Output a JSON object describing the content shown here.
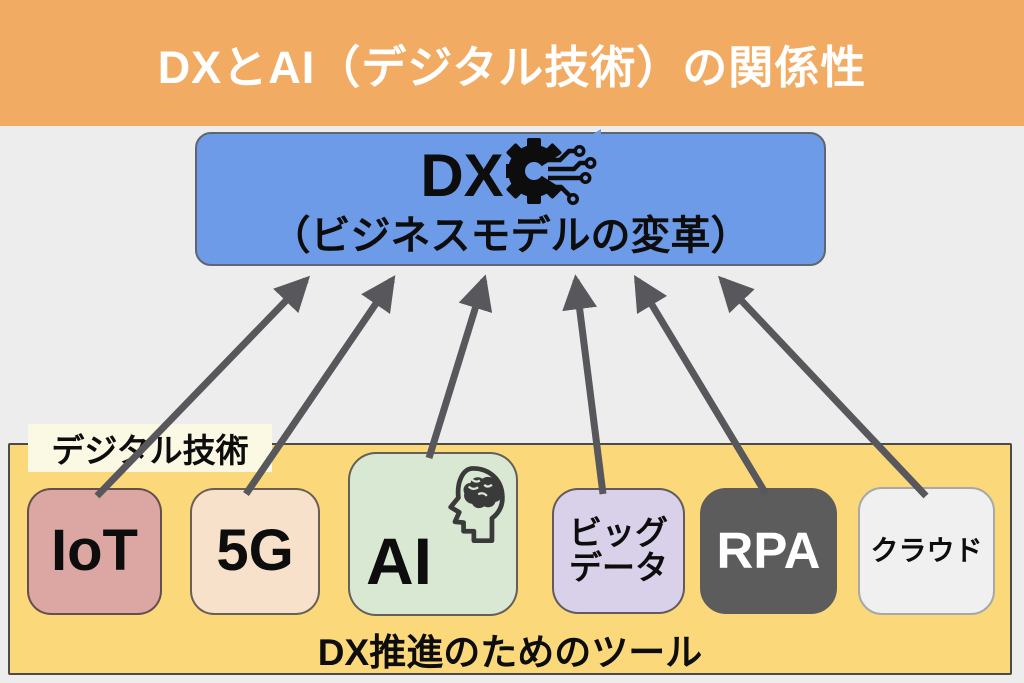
{
  "title": "DXとAI（デジタル技術）の関係性",
  "dx_box": {
    "label": "DX",
    "subtitle": "（ビジネスモデルの変革）",
    "icon": "gear-circuit-icon"
  },
  "digital_tech": {
    "label": "デジタル技術"
  },
  "tools": {
    "caption": "DX推進のためのツール",
    "items": [
      {
        "label": "IoT",
        "bg": "#DCA7A2",
        "fg": "#111111"
      },
      {
        "label": "5G",
        "bg": "#F8E1CA",
        "fg": "#111111"
      },
      {
        "label": "AI",
        "bg": "#D9E8D3",
        "fg": "#111111",
        "icon": "head-brain-icon"
      },
      {
        "label": "ビッグデータ",
        "line1": "ビッグ",
        "line2": "データ",
        "bg": "#D9D0E9",
        "fg": "#111111"
      },
      {
        "label": "RPA",
        "bg": "#5C5C5C",
        "fg": "#FFFFFF"
      },
      {
        "label": "クラウド",
        "bg": "#F0F0F0",
        "fg": "#111111"
      }
    ]
  },
  "colors": {
    "banner_bg": "#F2AB63",
    "banner_fg": "#FFFFFF",
    "page_bg": "#EDEDED",
    "dx_box_bg": "#6D9BE8",
    "dx_box_border": "#5F6672",
    "tools_bg": "#FBD97B",
    "tools_border": "#4B4B4B",
    "label_chip_bg": "#FBF9E3",
    "arrow": "#58585C"
  }
}
